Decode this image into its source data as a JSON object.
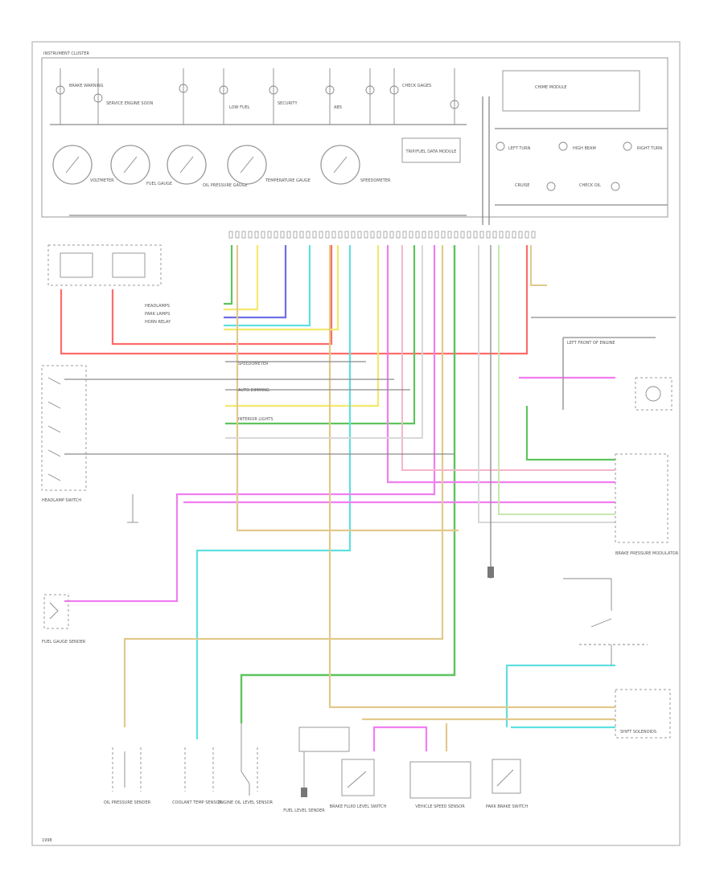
{
  "diagram": {
    "header_label": "INSTRUMENT CLUSTER",
    "gauges": [
      {
        "label": "VOLTMETER"
      },
      {
        "label": "FUEL GAUGE"
      },
      {
        "label": "OIL PRESSURE GAUGE"
      },
      {
        "label": "TEMPERATURE GAUGE"
      },
      {
        "label": "SPEEDOMETER"
      }
    ],
    "trip_module": "TRIP/FUEL DATA MODULE",
    "indicators": [
      "BRAKE WARNING",
      "SERVICE ENGINE SOON",
      "LOW FUEL",
      "SECURITY",
      "ABS",
      "CHECK GAGES"
    ],
    "right_indicators": [
      "LEFT TURN",
      "HIGH BEAM",
      "RIGHT TURN",
      "CRUISE",
      "CHECK OIL"
    ],
    "chime_module": "CHIME MODULE",
    "left_switch_box": "HEADLAMP SWITCH",
    "mid_labels": [
      "SPEEDOMETER",
      "AUTO DIMMING",
      "INTERIOR LIGHTS",
      "HEADLAMPS",
      "PARK LAMPS",
      "HORN RELAY"
    ],
    "right_module": "BRAKE PRESSURE MODULATOR",
    "right_block": "SHIFT SOLENOIDS",
    "bottom_components": [
      "OIL PRESSURE SENDER",
      "COOLANT TEMP SENSOR",
      "ENGINE OIL LEVEL SENSOR",
      "FUEL LEVEL SENDER",
      "BRAKE FLUID LEVEL SWITCH",
      "VEHICLE SPEED SENSOR",
      "PARK BRAKE SWITCH"
    ],
    "left_lower_label": "FUEL GAUGE SENDER",
    "right_mid_label": "LEFT FRONT OF ENGINE",
    "footer": "1998"
  },
  "colors": {
    "red": "#ff6b6b",
    "green": "#5ec45e",
    "yellow": "#f3e96b",
    "blue": "#6f6fe8",
    "cyan": "#5fe0e0",
    "magenta": "#f07ef0",
    "tan": "#e2c98c",
    "pink": "#f4b6c8",
    "gray": "#8a8a8a"
  }
}
